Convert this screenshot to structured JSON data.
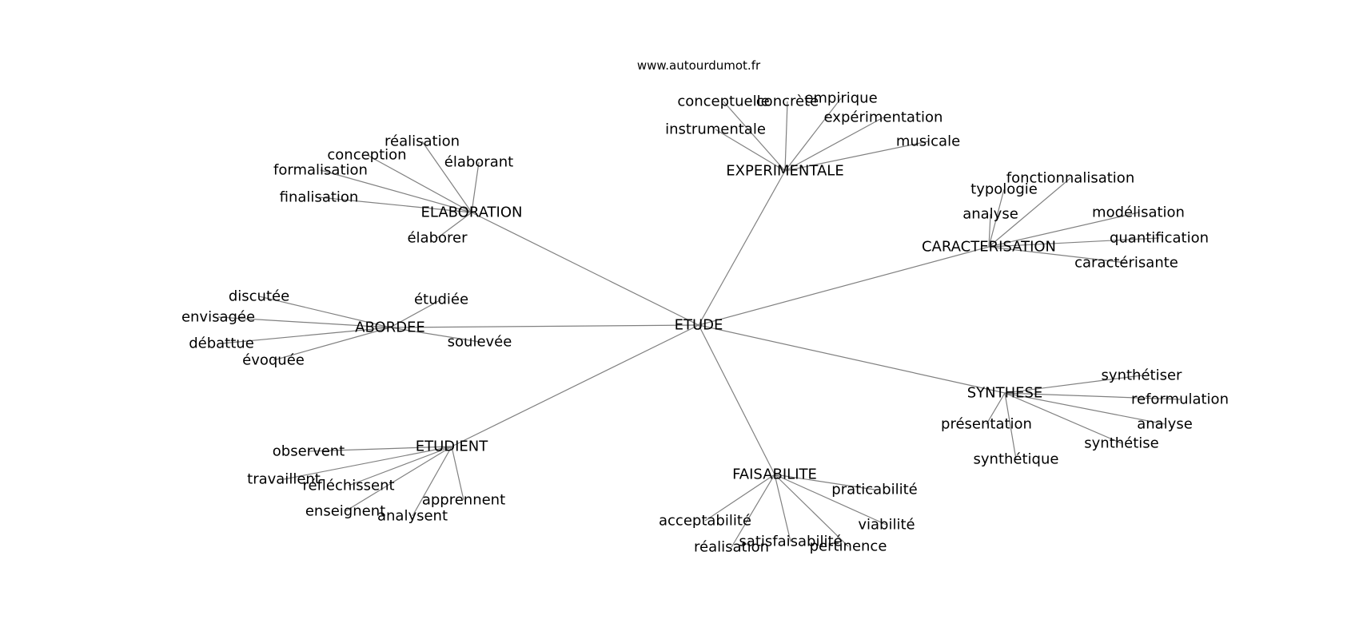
{
  "source": "www.autourdumot.fr",
  "center": "ETUDE",
  "groups": [
    {
      "hub": "ELABORATION",
      "words": [
        "réalisation",
        "conception",
        "formalisation",
        "élaborant",
        "finalisation",
        "élaborer"
      ]
    },
    {
      "hub": "EXPERIMENTALE",
      "words": [
        "conceptuelle",
        "concrète",
        "empirique",
        "expérimentation",
        "instrumentale",
        "musicale"
      ]
    },
    {
      "hub": "CARACTERISATION",
      "words": [
        "typologie",
        "fonctionnalisation",
        "analyse",
        "modélisation",
        "quantification",
        "caractérisante"
      ]
    },
    {
      "hub": "ABORDEE",
      "words": [
        "discutée",
        "étudiée",
        "envisagée",
        "débattue",
        "soulevée",
        "évoquée"
      ]
    },
    {
      "hub": "SYNTHESE",
      "words": [
        "synthétiser",
        "reformulation",
        "présentation",
        "analyse",
        "synthétise",
        "synthétique"
      ]
    },
    {
      "hub": "ETUDIENT",
      "words": [
        "observent",
        "travaillent",
        "réfléchissent",
        "apprennent",
        "enseignent",
        "analysent"
      ]
    },
    {
      "hub": "FAISABILITE",
      "words": [
        "praticabilité",
        "acceptabilité",
        "viabilité",
        "satisfaisabilité",
        "réalisation",
        "pertinence"
      ]
    }
  ]
}
